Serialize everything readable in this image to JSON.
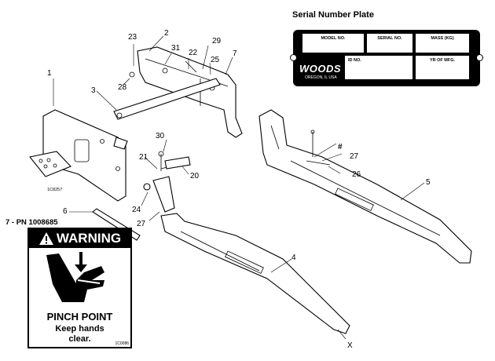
{
  "serial_plate": {
    "title": "Serial Number Plate",
    "fields": {
      "model": "MODEL NO.",
      "serial": "SERIAL NO.",
      "mass": "MASS (KG)",
      "id": "ID NO.",
      "year": "YR OF MFG."
    },
    "brand": "WOODS",
    "location": "OREGON, IL USA"
  },
  "decal": {
    "title": "7 - PN 1008685",
    "header": "WARNING",
    "line1": "PINCH POINT",
    "line2": "Keep hands",
    "line3": "clear.",
    "code": "1C0086"
  },
  "codes": {
    "mount": "1C8257"
  },
  "callouts": {
    "c1": "1",
    "c2": "2",
    "c3": "3",
    "c4": "4",
    "c5": "5",
    "c6": "6",
    "c7": "7",
    "c20": "20",
    "c21": "21",
    "c22": "22",
    "c23": "23",
    "c24": "24",
    "c25": "25",
    "c26": "26",
    "c27a": "27",
    "c27b": "27",
    "c28": "28",
    "c29": "29",
    "c30": "30",
    "c31": "31",
    "hash": "#",
    "x": "X"
  },
  "icons": [
    "warning-triangle-icon",
    "pinch-point-hand-icon"
  ]
}
